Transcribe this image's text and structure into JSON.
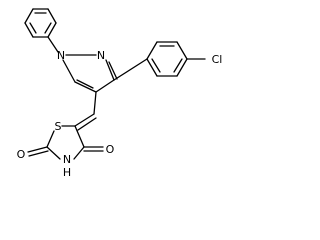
{
  "molecule": {
    "atoms": {
      "n1": "N",
      "n2": "N",
      "cl": "Cl",
      "s": "S",
      "nh_n": "N",
      "nh_h": "H",
      "o_left": "O",
      "o_right": "O"
    }
  }
}
